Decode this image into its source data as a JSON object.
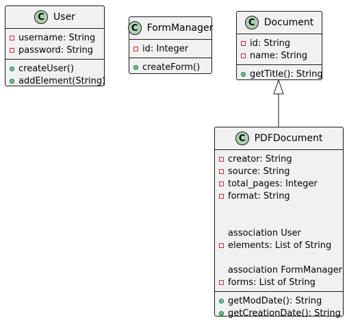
{
  "colors": {
    "class_fill": "#f1f1f1",
    "border": "#181818",
    "badge": "#add1b2",
    "private_marker": "#c82930",
    "public_marker": "#84be84"
  },
  "classes": [
    {
      "name": "User",
      "badge": "C",
      "fields": [
        {
          "visibility": "private",
          "text": "username: String"
        },
        {
          "visibility": "private",
          "text": "password: String"
        }
      ],
      "methods": [
        {
          "visibility": "public",
          "text": "createUser()"
        },
        {
          "visibility": "public",
          "text": "addElement(String)"
        }
      ]
    },
    {
      "name": "FormManager",
      "badge": "C",
      "fields": [
        {
          "visibility": "private",
          "text": "id: Integer"
        }
      ],
      "methods": [
        {
          "visibility": "public",
          "text": "createForm()"
        }
      ]
    },
    {
      "name": "Document",
      "badge": "C",
      "fields": [
        {
          "visibility": "private",
          "text": "id: String"
        },
        {
          "visibility": "private",
          "text": "name: String"
        }
      ],
      "methods": [
        {
          "visibility": "public",
          "text": "getTitle(): String"
        }
      ]
    },
    {
      "name": "PDFDocument",
      "badge": "C",
      "fields": [
        {
          "visibility": "private",
          "text": "creator: String"
        },
        {
          "visibility": "private",
          "text": "source: String"
        },
        {
          "visibility": "private",
          "text": "total_pages: Integer"
        },
        {
          "visibility": "private",
          "text": "format: String"
        },
        {
          "visibility": "none",
          "text": ""
        },
        {
          "visibility": "none",
          "text": ""
        },
        {
          "visibility": "none",
          "text": "association User"
        },
        {
          "visibility": "private",
          "text": "elements: List of String"
        },
        {
          "visibility": "none",
          "text": ""
        },
        {
          "visibility": "none",
          "text": "association FormManager"
        },
        {
          "visibility": "private",
          "text": "forms: List of String"
        }
      ],
      "methods": [
        {
          "visibility": "public",
          "text": "getModDate(): String"
        },
        {
          "visibility": "public",
          "text": "getCreationDate(): String"
        }
      ]
    }
  ],
  "relations": [
    {
      "type": "inheritance",
      "from": "PDFDocument",
      "to": "Document"
    }
  ]
}
